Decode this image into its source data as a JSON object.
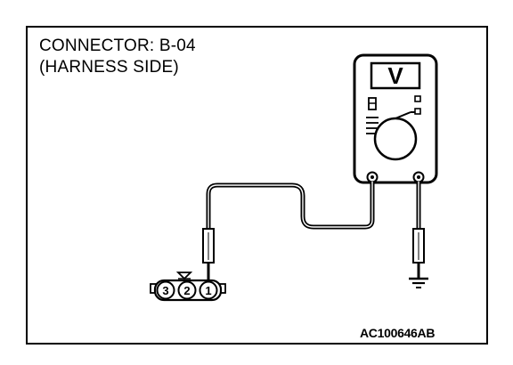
{
  "title": {
    "line1": "CONNECTOR: B-04",
    "line2": "(HARNESS SIDE)"
  },
  "figure_code": "AC100646AB",
  "meter": {
    "display": "V"
  },
  "connector": {
    "pins": [
      "3",
      "2",
      "1"
    ]
  },
  "icons": {
    "meter": "voltmeter-icon",
    "ground": "ground-icon",
    "connector": "connector-icon"
  }
}
